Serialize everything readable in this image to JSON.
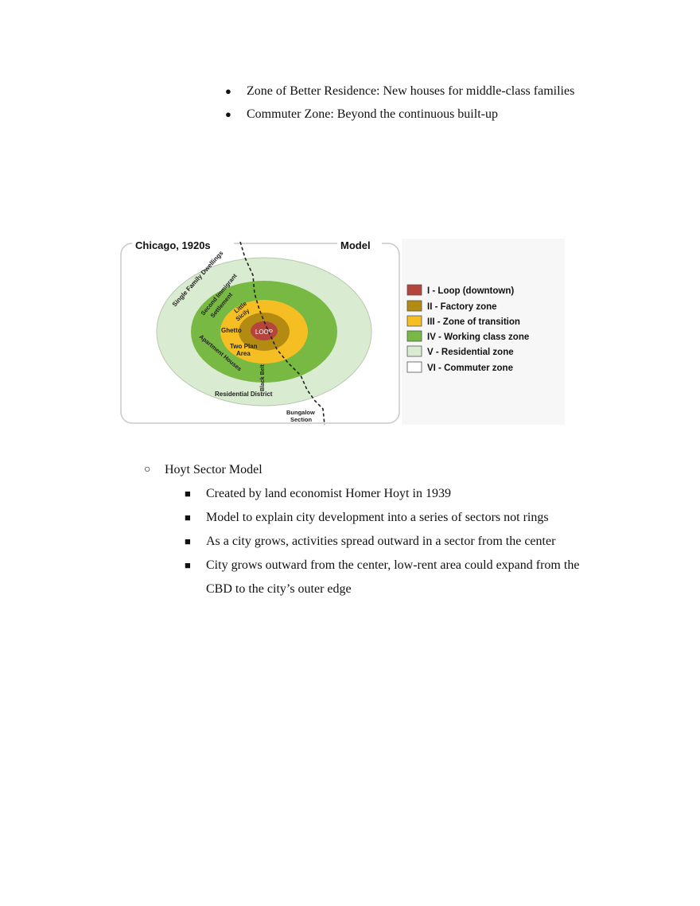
{
  "top_bullets": [
    "Zone of Better Residence: New houses for middle-class families",
    "Commuter Zone: Beyond the continuous built-up"
  ],
  "figure": {
    "title_left": "Chicago, 1920s",
    "title_right": "Model",
    "center_label": "LOOP",
    "ring_labels": {
      "single_family": "Single Family Dwellings",
      "second_immigrant": "Second Immigrant",
      "settlement": "Settlement",
      "little": "Little",
      "sicily": "Sicily",
      "ghetto": "Ghetto",
      "two_plan": "Two Plan",
      "area": "Area",
      "apartment": "Apartment Houses",
      "black_belt": "Black Belt",
      "residential_district": "Residential District",
      "bungalow": "Bungalow",
      "section": "Section"
    },
    "legend": [
      {
        "label": "I - Loop (downtown)",
        "color": "#b5453c"
      },
      {
        "label": "II - Factory zone",
        "color": "#b38a12"
      },
      {
        "label": "III - Zone of transition",
        "color": "#f5bf23"
      },
      {
        "label": "IV - Working class zone",
        "color": "#78b944"
      },
      {
        "label": "V - Residential zone",
        "color": "#d9ebd0"
      },
      {
        "label": "VI - Commuter zone",
        "color": "#ffffff"
      }
    ]
  },
  "hoyt": {
    "heading": "Hoyt Sector Model",
    "items": [
      "Created by land economist Homer Hoyt in 1939",
      "Model to explain city development into a series of sectors not rings",
      "As a city grows, activities spread outward in a sector from the center",
      "City grows outward from the center, low-rent area could expand from the",
      "CBD to the city’s outer edge"
    ]
  }
}
